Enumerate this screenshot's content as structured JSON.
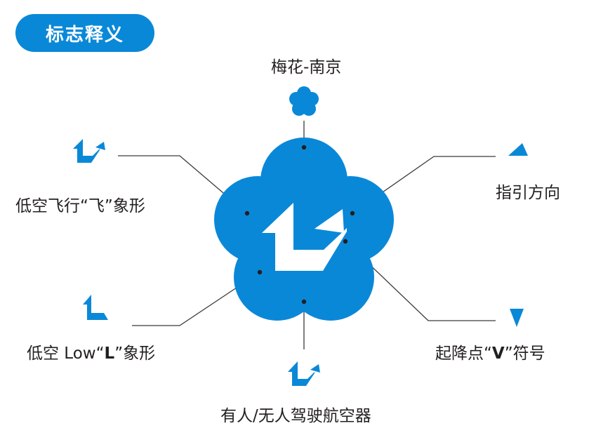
{
  "header": {
    "title": "标志释义"
  },
  "labels": {
    "top": "梅花-南京",
    "left_upper_prefix": "低空飞行“飞”象形",
    "left_lower_prefix": "低空 Low“",
    "left_lower_bold": "L",
    "left_lower_suffix": "”象形",
    "right_upper": "指引方向",
    "right_lower_prefix": "起降点“",
    "right_lower_bold": "V",
    "right_lower_suffix": "”符号",
    "bottom": "有人/无人驾驶航空器"
  },
  "colors": {
    "brand_blue": "#0a88d8",
    "line": "#3a3a3a",
    "white": "#ffffff"
  }
}
